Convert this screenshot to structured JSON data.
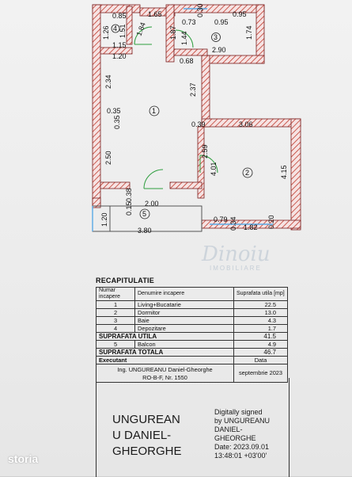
{
  "plan": {
    "dimensions": {
      "d085": "0.85",
      "d165": "1.65",
      "d030": "0.30",
      "d095a": "0.95",
      "d126": "1.26",
      "d151": "1.51",
      "d184": "1.84",
      "d187": "1.87",
      "d073": "0.73",
      "d095b": "0.95",
      "d144": "1.44",
      "d174": "1.74",
      "d115": "1.15",
      "d120a": "1.20",
      "d290": "2.90",
      "d068": "0.68",
      "d234": "2.34",
      "d237": "2.37",
      "d035a": "0.35",
      "d035b": "0.35",
      "d039": "0.39",
      "d306": "3.06",
      "d250": "2.50",
      "d259": "2.59",
      "d401": "4.01",
      "d415": "4.15",
      "d038": "0.38",
      "d015": "0.15",
      "d200": "2.00",
      "d120b": "1.20",
      "d079": "0.79",
      "d034": "0.34",
      "d182": "1.82",
      "d020": "0.20",
      "d380": "3.80"
    },
    "rooms": {
      "r1": "1",
      "r2": "2",
      "r3": "3",
      "r4": "4",
      "r5": "5"
    }
  },
  "watermark": {
    "brand": "Dinoiu",
    "sub": "IMOBILIARE"
  },
  "recap": {
    "title": "RECAPITULATIE",
    "headers": {
      "number": "Numar incapere",
      "name": "Denumire incapere",
      "area": "Suprafata utila [mp]"
    },
    "rows": [
      {
        "number": "1",
        "name": "Living+Bucatarie",
        "area": "22.5"
      },
      {
        "number": "2",
        "name": "Dormitor",
        "area": "13.0"
      },
      {
        "number": "3",
        "name": "Baie",
        "area": "4.3"
      },
      {
        "number": "4",
        "name": "Depozitare",
        "area": "1.7"
      }
    ],
    "useful_label": "SUPRAFATA UTILA",
    "useful_value": "41.5",
    "balcony": {
      "number": "5",
      "name": "Balcon",
      "area": "4.9"
    },
    "total_label": "SUPRAFATA TOTALA",
    "total_value": "46.7",
    "executant_label": "Executant",
    "date_label": "Data",
    "engineer": "Ing. UNGUREANU Daniel-Gheorghe",
    "registry": "RO-B-F, Nr. 1550",
    "date_value": "septembrie 2023"
  },
  "signature": {
    "name_lines": [
      "UNGUREAN",
      "U DANIEL-",
      "GHEORGHE"
    ],
    "digital_lines": [
      "Digitally signed",
      "by UNGUREANU",
      "DANIEL-",
      "GHEORGHE",
      "Date: 2023.09.01",
      "13:48:01 +03'00'"
    ]
  },
  "branding": {
    "logo": "storia"
  },
  "colors": {
    "wall_hatch": "#c0392b",
    "wall_fill": "#f4dede",
    "window": "#5aa9e6",
    "door": "#2e9e3e"
  }
}
